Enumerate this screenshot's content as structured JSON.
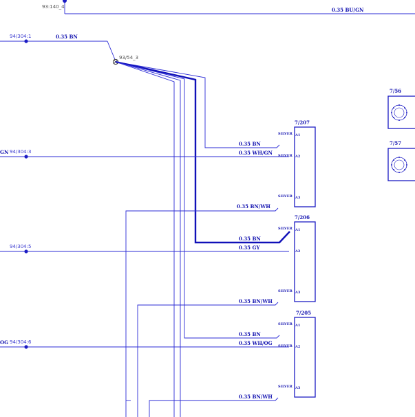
{
  "top": {
    "node_label": "93:140_4",
    "wire_label": "0.35 BU/GN"
  },
  "splice": {
    "label": "93/54_3",
    "incoming_label": "0.35 BN"
  },
  "left_nodes": [
    {
      "label": "94/304:1",
      "prefix": ""
    },
    {
      "label": "94/304:3",
      "prefix": "GN"
    },
    {
      "label": "94/304:5",
      "prefix": ""
    },
    {
      "label": "94/304:6",
      "prefix": "OG"
    }
  ],
  "connectors": [
    {
      "name": "7/207",
      "pins": [
        {
          "id": "A1",
          "silver": "SILVER",
          "wire": "0.35 BN"
        },
        {
          "id": "A2",
          "silver": "SILVER",
          "wire": "0.35 WH/GN"
        },
        {
          "id": "A3",
          "silver": "SILVER",
          "wire": "0.35 BN/WH"
        }
      ]
    },
    {
      "name": "7/206",
      "pins": [
        {
          "id": "A1",
          "silver": "SILVER",
          "wire": "0.35 BN"
        },
        {
          "id": "A2",
          "silver": "",
          "wire": "0.35 GY"
        },
        {
          "id": "A3",
          "silver": "SILVER",
          "wire": "0.35 BN/WH"
        }
      ]
    },
    {
      "name": "7/205",
      "pins": [
        {
          "id": "A1",
          "silver": "SILVER",
          "wire": "0.35 BN"
        },
        {
          "id": "A2",
          "silver": "SILVER",
          "wire": "0.35 WH/OG"
        },
        {
          "id": "A3",
          "silver": "SILVER",
          "wire": "0.35 BN/WH"
        }
      ]
    }
  ],
  "side_components": [
    {
      "name": "7/56"
    },
    {
      "name": "7/57"
    }
  ]
}
